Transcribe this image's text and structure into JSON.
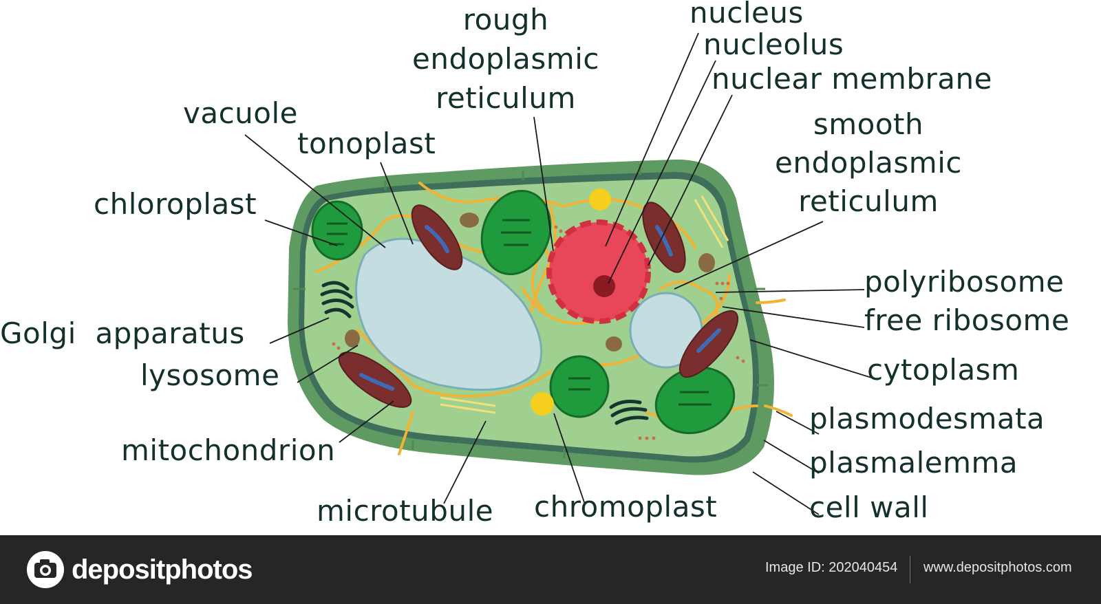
{
  "diagram": {
    "labels": {
      "rough_er": [
        "rough",
        "endoplasmic",
        "reticulum"
      ],
      "nucleus": "nucleus",
      "nucleolus": "nucleolus",
      "nuclear_membrane": "nuclear membrane",
      "vacuole": "vacuole",
      "tonoplast": "tonoplast",
      "smooth_er": [
        "smooth",
        "endoplasmic",
        "reticulum"
      ],
      "chloroplast": "chloroplast",
      "polyribosome": "polyribosome",
      "free_ribosome": "free ribosome",
      "golgi_apparatus": "Golgi  apparatus",
      "cytoplasm": "cytoplasm",
      "lysosome": "lysosome",
      "plasmodesmata": "plasmodesmata",
      "mitochondrion": "mitochondrion",
      "plasmalemma": "plasmalemma",
      "microtubule": "microtubule",
      "chromoplast": "chromoplast",
      "cell_wall": "cell wall"
    },
    "colors": {
      "cell_wall": "#5f9a62",
      "cytoplasm": "#9fd08f",
      "vacuole": "#c3dde0",
      "chloroplast": "#1f9a3c",
      "mitochondrion": "#7a2e2e",
      "nucleus": "#e8475a",
      "nucleolus": "#8c1a22",
      "er": "#f2b233",
      "label_text": "#14302c",
      "leader_line": "#1a1a1a"
    }
  },
  "footer": {
    "brand": "depositphotos",
    "image_id": "Image ID: 202040454",
    "url": "www.depositphotos.com"
  }
}
